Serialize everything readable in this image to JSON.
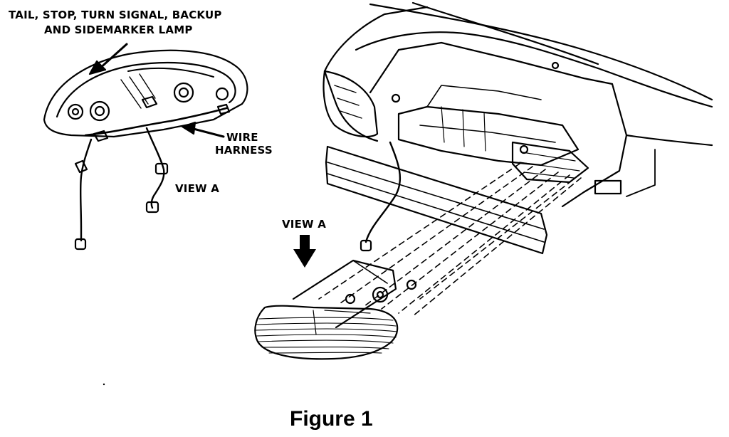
{
  "labels": {
    "lamp_line1": "TAIL, STOP, TURN SIGNAL, BACKUP",
    "lamp_line2": "AND SIDEMARKER LAMP",
    "wire_line1": "WIRE",
    "wire_line2": "HARNESS",
    "view_a_left": "VIEW A",
    "view_a_right": "VIEW A"
  },
  "caption": "Figure 1",
  "colors": {
    "ink": "#000000",
    "paper": "#ffffff"
  }
}
